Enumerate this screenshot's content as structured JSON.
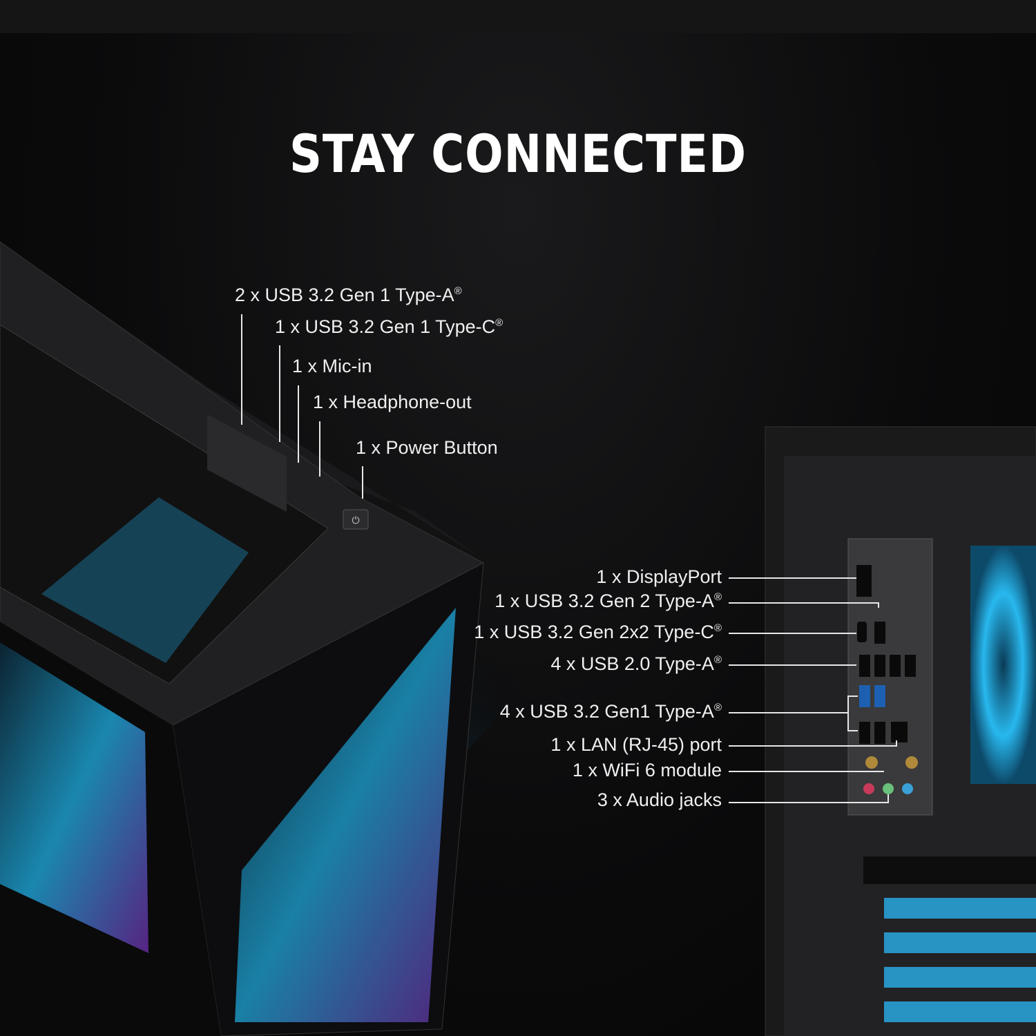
{
  "title": "STAY CONNECTED",
  "front_io": [
    {
      "label": "2 x USB 3.2 Gen 1 Type-A",
      "mark": "®"
    },
    {
      "label": "1 x USB 3.2 Gen 1 Type-C",
      "mark": "®"
    },
    {
      "label": "1 x Mic-in",
      "mark": ""
    },
    {
      "label": "1 x Headphone-out",
      "mark": ""
    },
    {
      "label": "1 x Power Button",
      "mark": ""
    }
  ],
  "rear_io": [
    {
      "label": "1 x DisplayPort",
      "mark": ""
    },
    {
      "label": "1 x USB 3.2 Gen 2 Type-A",
      "mark": "®"
    },
    {
      "label": "1 x USB 3.2 Gen 2x2 Type-C",
      "mark": "®"
    },
    {
      "label": "4 x USB 2.0 Type-A",
      "mark": "®"
    },
    {
      "label": "4 x USB 3.2 Gen1 Type-A",
      "mark": "®"
    },
    {
      "label": "1 x LAN (RJ-45) port",
      "mark": ""
    },
    {
      "label": "1 x WiFi 6 module",
      "mark": ""
    },
    {
      "label": "3 x Audio jacks",
      "mark": ""
    }
  ],
  "colors": {
    "accent_blue": "#2fb4e8",
    "accent_purple": "#b04ad8"
  }
}
